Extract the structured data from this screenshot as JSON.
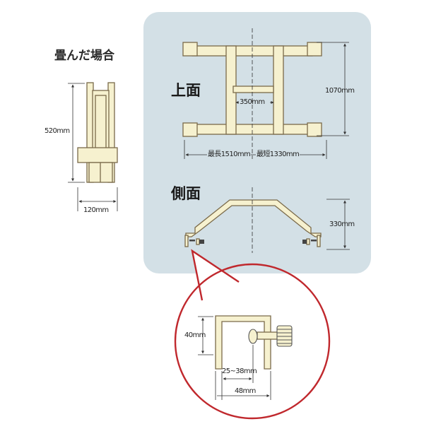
{
  "folded": {
    "title": "畳んだ場合",
    "height": "520mm",
    "width": "120mm"
  },
  "top_view": {
    "title": "上面",
    "depth": "1070mm",
    "inner_width": "350mm",
    "length_max": "最長1510mm",
    "length_min": "最短1330mm"
  },
  "side_view": {
    "title": "側面",
    "height": "330mm"
  },
  "clamp_detail": {
    "height": "40mm",
    "grip_range": "25~38mm",
    "width": "48mm"
  },
  "colors": {
    "panel": "#d3e0e6",
    "frame_fill": "#f6f1cf",
    "frame_stroke": "#7a6a4a",
    "detail_circle": "#c0282d",
    "dimension_line": "#333333"
  }
}
